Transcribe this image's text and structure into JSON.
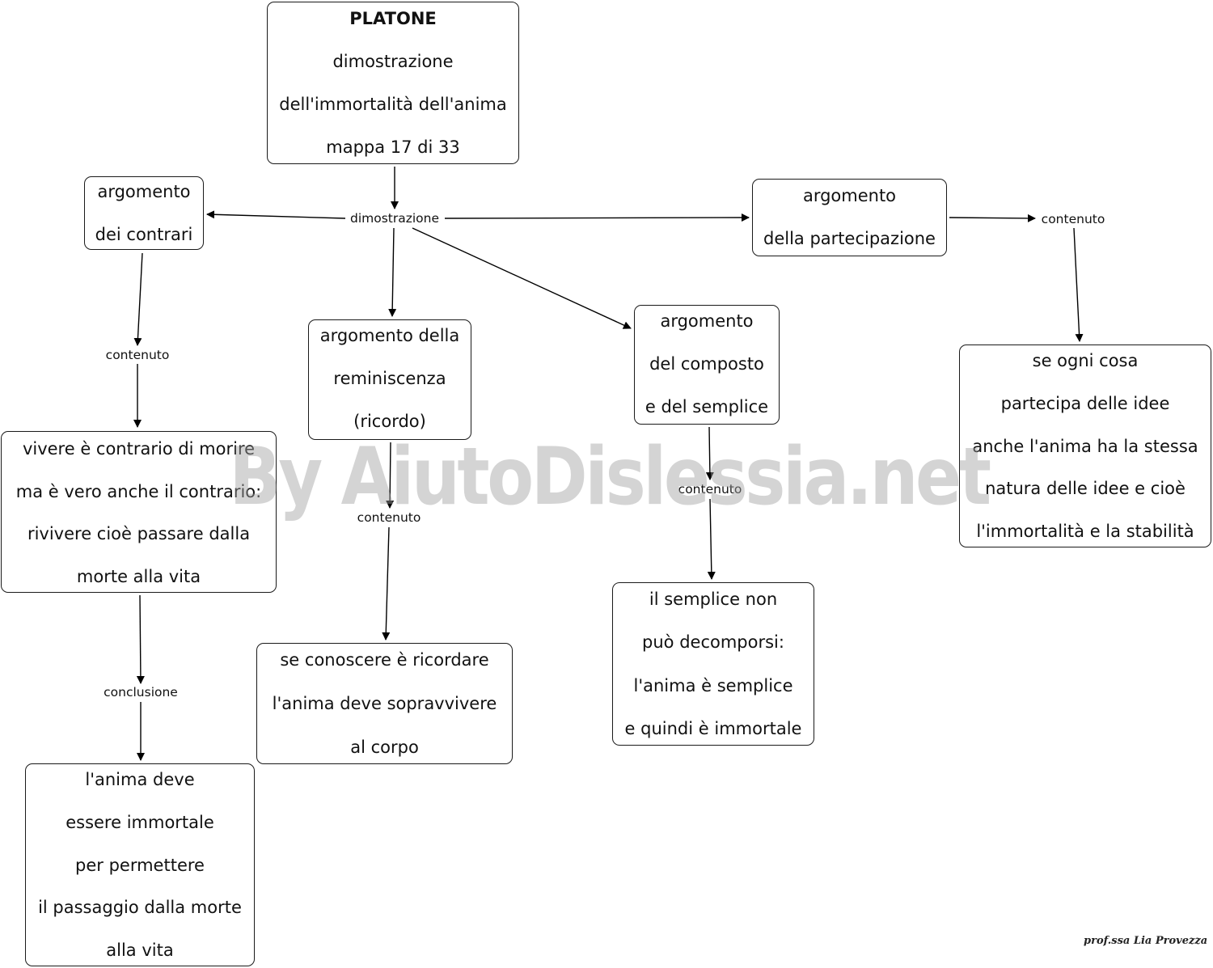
{
  "nodes": {
    "title": [
      "PLATONE",
      "dimostrazione",
      "dell'immortalità dell'anima",
      "mappa 17 di 33"
    ],
    "contrari": [
      "argomento",
      "dei contrari"
    ],
    "reminiscenza": [
      "argomento della",
      "reminiscenza",
      "(ricordo)"
    ],
    "composto": [
      "argomento",
      "del composto",
      "e del semplice"
    ],
    "partecipazione": [
      "argomento",
      "della partecipazione"
    ],
    "contrari_content": [
      "vivere è contrario di morire",
      "ma è vero anche il contrario:",
      "rivivere cioè passare dalla",
      "morte alla vita"
    ],
    "contrari_conclusion": [
      "l'anima deve",
      "essere immortale",
      "per permettere",
      "il passaggio dalla morte",
      "alla vita"
    ],
    "reminiscenza_content": [
      "se conoscere è ricordare",
      "l'anima deve sopravvivere",
      "al corpo"
    ],
    "composto_content": [
      "il semplice non",
      "può decomporsi:",
      "l'anima è semplice",
      "e quindi è immortale"
    ],
    "partecipazione_content": [
      "se ogni cosa",
      "partecipa delle idee",
      "anche l'anima ha la stessa",
      "natura delle idee e cioè",
      "l'immortalità e la stabilità"
    ]
  },
  "connectors": {
    "dimostrazione": "dimostrazione",
    "contenuto_contrari": "contenuto",
    "conclusione": "conclusione",
    "contenuto_reminiscenza": "contenuto",
    "contenuto_composto": "contenuto",
    "contenuto_partecipazione": "contenuto"
  },
  "watermark": "By AiutoDislessia.net",
  "signature": "prof.ssa Lia Provezza"
}
